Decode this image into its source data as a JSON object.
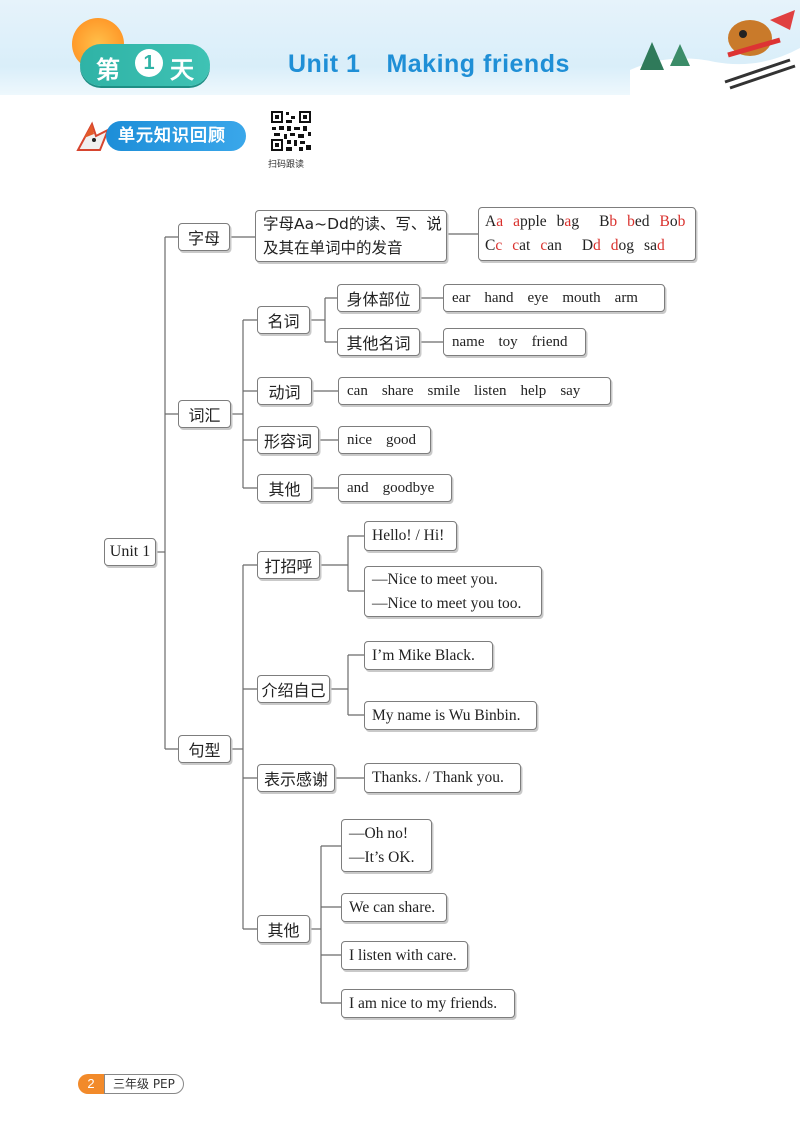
{
  "header": {
    "day_prefix": "第",
    "day_number": "1",
    "day_suffix": "天",
    "unit_label": "Unit 1",
    "unit_name": "Making friends"
  },
  "section": {
    "title": "单元知识回顾",
    "qr_caption": "扫码跟读"
  },
  "mindmap": {
    "root": "Unit 1",
    "letters": {
      "label": "字母",
      "desc_line1": "字母Aa~Dd的读、写、说",
      "desc_line2": "及其在单词中的发音",
      "row1": [
        {
          "pre": "A",
          "red": "a"
        },
        {
          "pre": "",
          "red": "a",
          "post": "pple"
        },
        {
          "pre": "b",
          "red": "a",
          "post": "g"
        },
        {
          "pre": "B",
          "red": "b"
        },
        {
          "pre": "",
          "red": "b",
          "post": "ed"
        },
        {
          "pre": "",
          "red": "B",
          "post": "o",
          "red2": "b"
        }
      ],
      "row2": [
        {
          "pre": "C",
          "red": "c"
        },
        {
          "pre": "",
          "red": "c",
          "post": "at"
        },
        {
          "pre": "",
          "red": "c",
          "post": "an"
        },
        {
          "pre": "D",
          "red": "d"
        },
        {
          "pre": "",
          "red": "d",
          "post": "og"
        },
        {
          "pre": "sa",
          "red": "d"
        }
      ]
    },
    "vocab": {
      "label": "词汇",
      "nouns": {
        "label": "名词",
        "body_parts": {
          "label": "身体部位",
          "words": [
            "ear",
            "hand",
            "eye",
            "mouth",
            "arm"
          ]
        },
        "other_nouns": {
          "label": "其他名词",
          "words": [
            "name",
            "toy",
            "friend"
          ]
        }
      },
      "verbs": {
        "label": "动词",
        "words": [
          "can",
          "share",
          "smile",
          "listen",
          "help",
          "say"
        ]
      },
      "adjectives": {
        "label": "形容词",
        "words": [
          "nice",
          "good"
        ]
      },
      "others": {
        "label": "其他",
        "words": [
          "and",
          "goodbye"
        ]
      }
    },
    "sentences": {
      "label": "句型",
      "greeting": {
        "label": "打招呼",
        "s1": "Hello! / Hi!",
        "s2a": "—Nice to meet you.",
        "s2b": "—Nice to meet you too."
      },
      "intro": {
        "label": "介绍自己",
        "s1": "I’m Mike Black.",
        "s2": "My name is Wu Binbin."
      },
      "thanks": {
        "label": "表示感谢",
        "s1": "Thanks. / Thank you."
      },
      "others": {
        "label": "其他",
        "s1a": "—Oh no!",
        "s1b": "—It’s OK.",
        "s2": "We can share.",
        "s3": "I listen with care.",
        "s4": "I am nice to my friends."
      }
    }
  },
  "footer": {
    "page_number": "2",
    "grade_label": "三年级 PEP"
  }
}
